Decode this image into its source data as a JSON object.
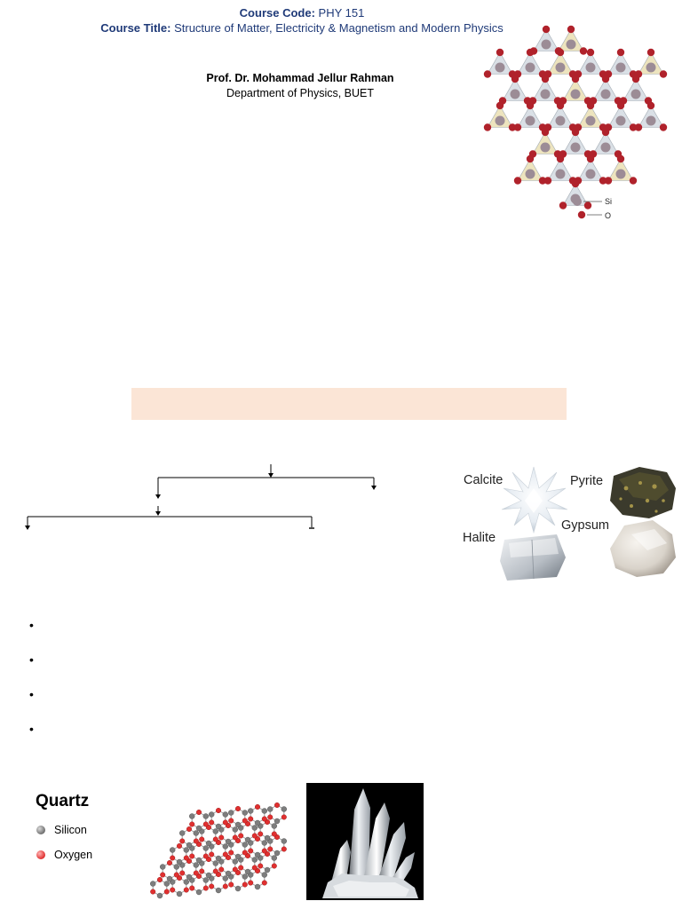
{
  "header": {
    "course_code_label": "Course Code:",
    "course_code": "PHY 151",
    "course_title_label": "Course Title:",
    "course_title": "Structure of Matter, Electricity & Magnetism and Modern Physics",
    "instructor": "Prof. Dr. Mohammad Jellur Rahman",
    "department": "Department of Physics, BUET"
  },
  "silicate_figure": {
    "labels": [
      "Si",
      "O"
    ],
    "colors": {
      "oxygen": "#b0222b",
      "silicon": "#9c8c96",
      "tetra_a": "#d6dde4",
      "tetra_b": "#ece2b8"
    }
  },
  "highlight_box": {
    "text": "",
    "color": "#fbe5d6"
  },
  "minerals": {
    "labels": [
      "Calcite",
      "Pyrite",
      "Halite",
      "Gypsum"
    ]
  },
  "bullets": {
    "symbol": "•",
    "count": 4
  },
  "quartz": {
    "title": "Quartz",
    "legend": [
      {
        "label": "Silicon",
        "color": "#7d7d7d"
      },
      {
        "label": "Oxygen",
        "color": "#e03030"
      }
    ]
  }
}
